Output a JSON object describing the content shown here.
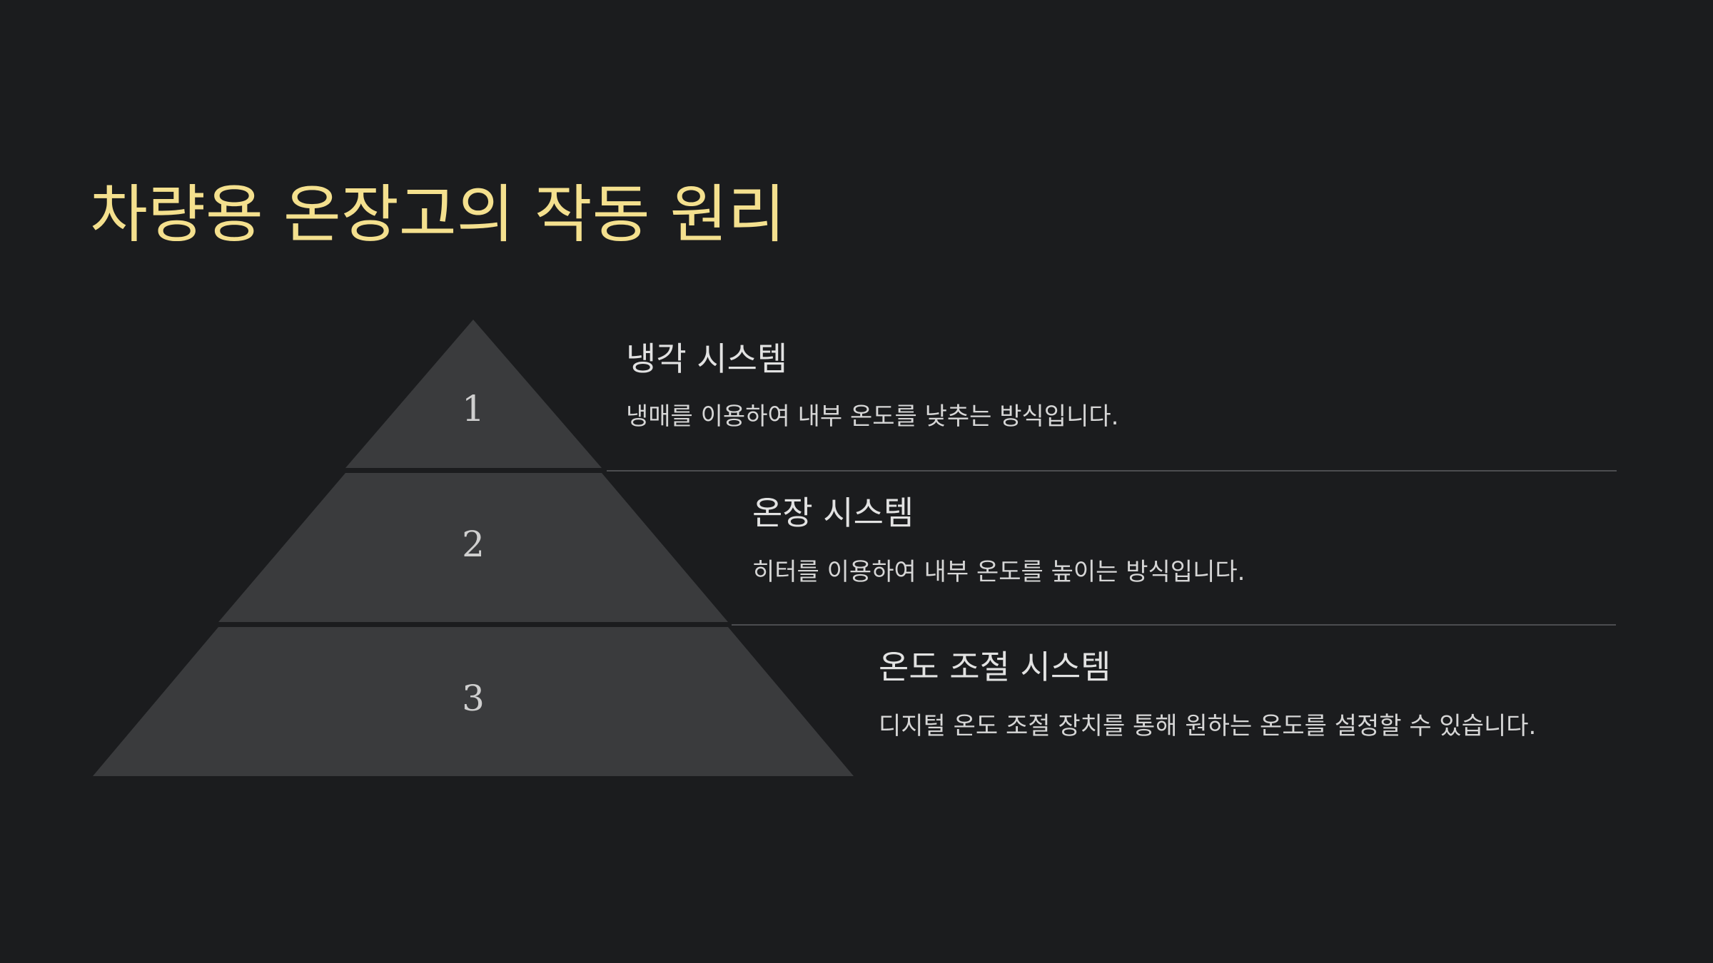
{
  "slide": {
    "title": "차량용 온장고의 작동 원리"
  },
  "colors": {
    "background": "#1b1c1e",
    "title": "#f4e08e",
    "tier_fill": "#3a3b3d",
    "divider": "#4c4d50",
    "text": "#e2e2e2"
  },
  "tiers": [
    {
      "number": "1",
      "title": "냉각 시스템",
      "description": "냉매를 이용하여 내부 온도를 낮추는 방식입니다."
    },
    {
      "number": "2",
      "title": "온장 시스템",
      "description": "히터를 이용하여 내부 온도를 높이는 방식입니다."
    },
    {
      "number": "3",
      "title": "온도 조절 시스템",
      "description": "디지털 온도 조절 장치를 통해 원하는 온도를 설정할 수 있습니다."
    }
  ]
}
